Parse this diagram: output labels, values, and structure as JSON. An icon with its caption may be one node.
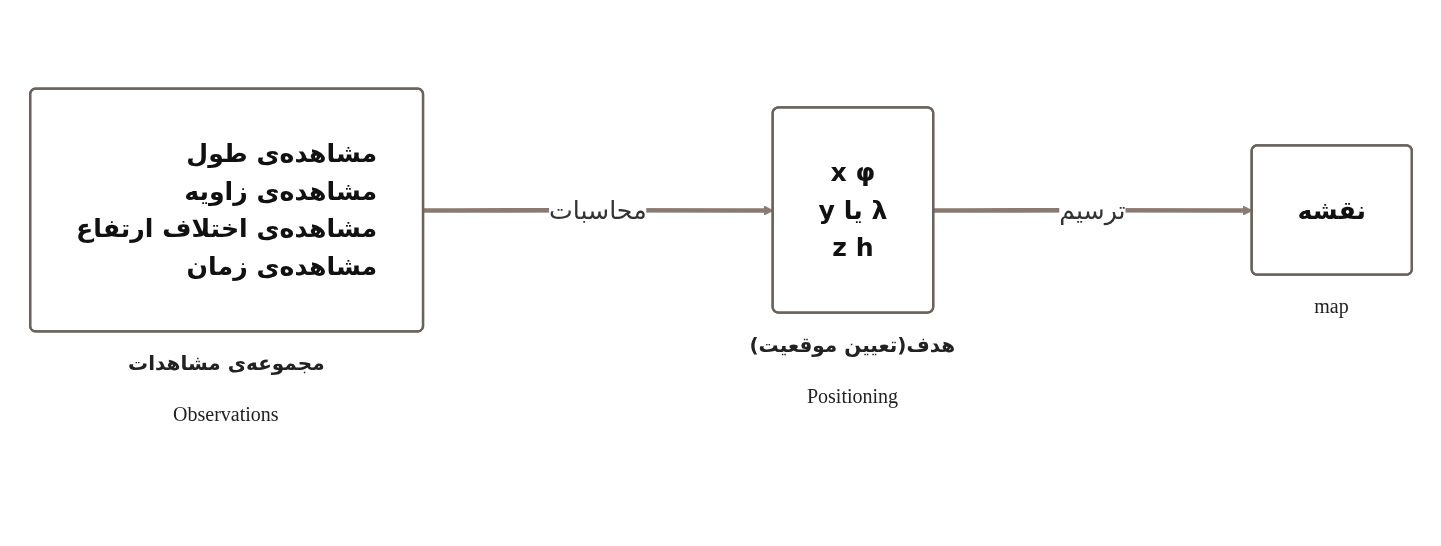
{
  "diagram": {
    "nodes": [
      {
        "text": [
          "مشاهده‌ی طول",
          "مشاهده‌ی زاویه",
          "مشاهده‌ی اختلاف ارتفاع",
          "مشاهده‌ی زمان"
        ],
        "beside": [
          "مجموعه‌ی مشاهدات",
          "Observations"
        ]
      },
      {
        "text": [
          "x φ",
          "y یا λ",
          "z h"
        ],
        "beside": [
          "هدف(تعیین موقعیت)",
          "Positioning"
        ]
      },
      {
        "text": [
          "نقشه"
        ],
        "beside": [
          "map"
        ]
      }
    ],
    "edges": [
      {
        "from": 0,
        "to": 1,
        "arrow": "to",
        "label": "محاسبات"
      },
      {
        "from": 1,
        "to": 2,
        "arrow": "to",
        "label": "ترسیم"
      }
    ]
  }
}
